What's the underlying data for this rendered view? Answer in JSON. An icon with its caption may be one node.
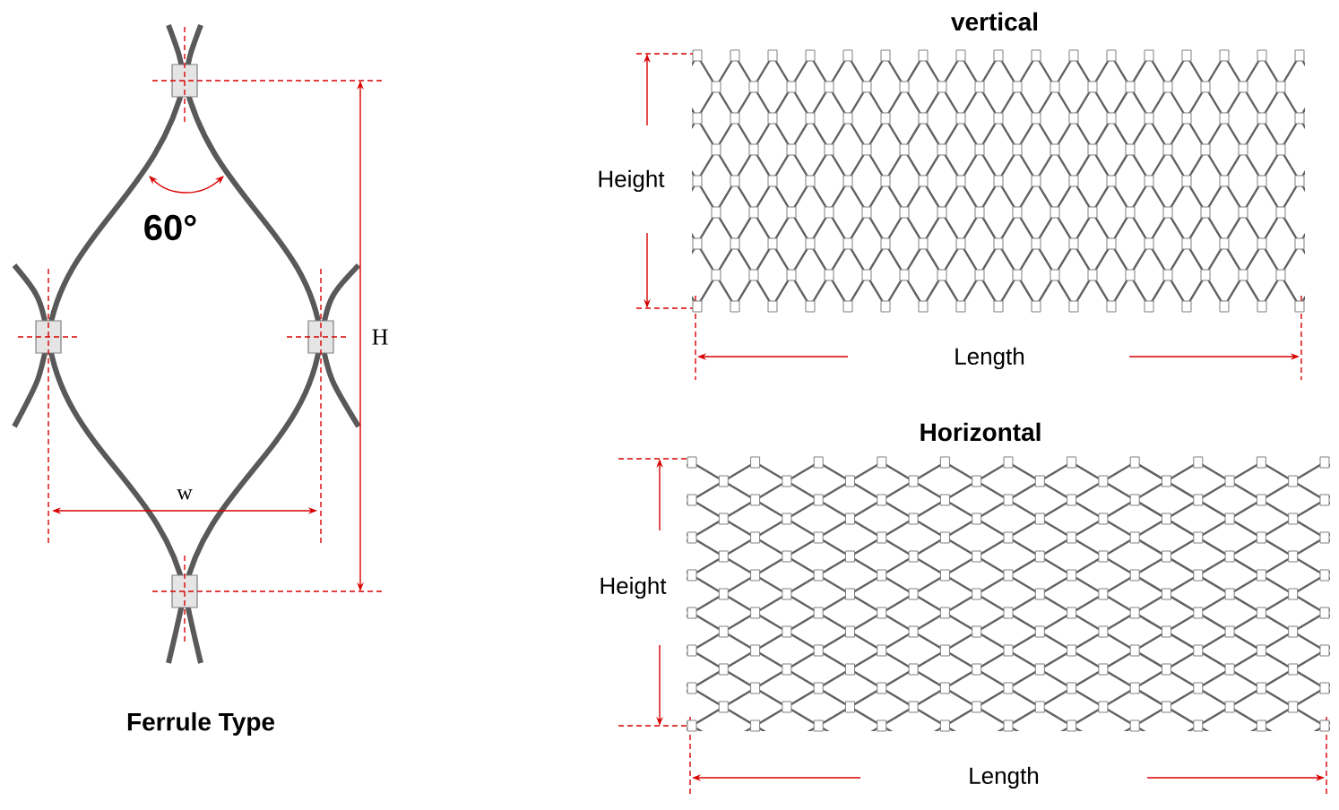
{
  "diagram": {
    "labels": [
      "60°",
      "H",
      "w",
      "Ferrule Type",
      "vertical",
      "Height",
      "Length",
      "Horizontal",
      "Height",
      "Length"
    ]
  }
}
